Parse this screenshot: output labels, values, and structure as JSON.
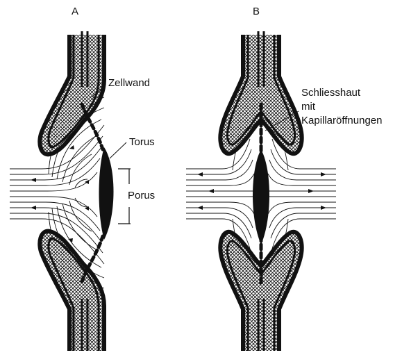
{
  "panels": [
    {
      "id": "A",
      "letter": "A"
    },
    {
      "id": "B",
      "letter": "B"
    }
  ],
  "labels": {
    "zellwand": "Zellwand",
    "torus": "Torus",
    "porus": "Porus",
    "schliesshaut_line1": "Schliesshaut",
    "schliesshaut_line2": "mit",
    "schliesshaut_line3": "Kapillaröffnungen"
  },
  "colors": {
    "ink": "#111111",
    "paper": "#ffffff"
  }
}
